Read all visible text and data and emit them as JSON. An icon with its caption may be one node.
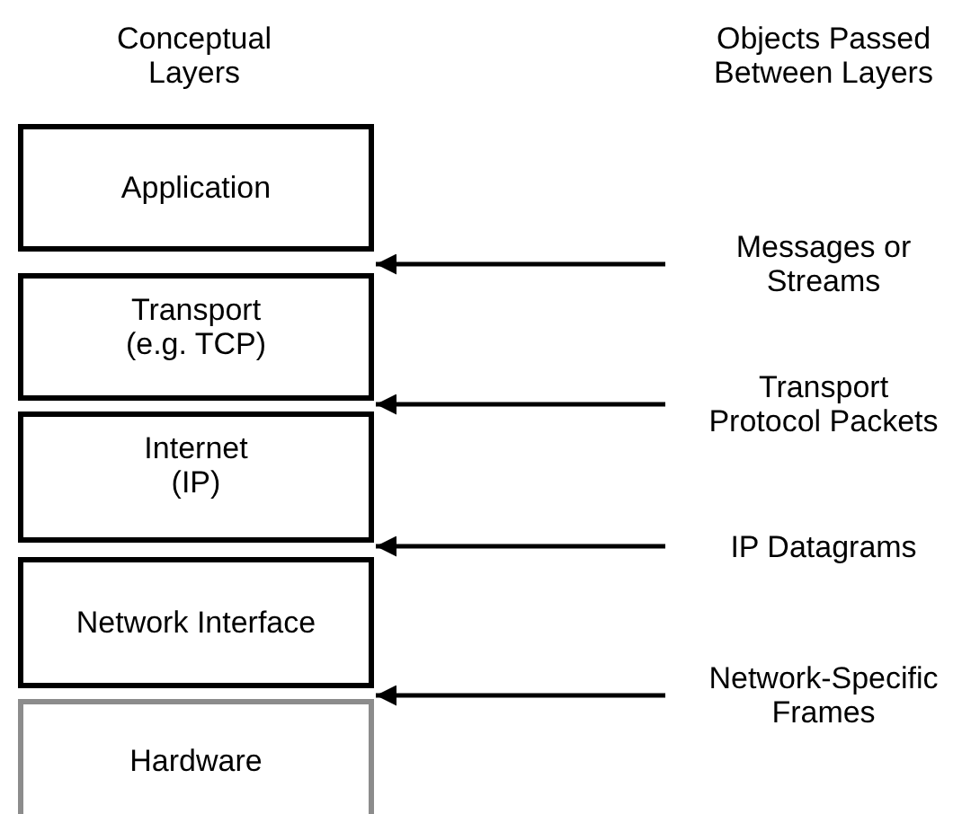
{
  "diagram": {
    "nodes": [
      {
        "text": [
          "Application"
        ]
      },
      {
        "text": [
          "Transport (e.g. TCP)"
        ]
      },
      {
        "text": [
          "Internet (IP)"
        ]
      },
      {
        "text": [
          "Network Interface"
        ]
      },
      {
        "text": [
          "Hardware"
        ]
      },
      {
        "text": [
          "Messages or Streams"
        ]
      },
      {
        "text": [
          "Transport Protocol Packets"
        ]
      },
      {
        "text": [
          "IP Datagrams"
        ]
      },
      {
        "text": [
          "Network-Specific Frames"
        ]
      }
    ],
    "edges": [
      {
        "from": 5,
        "to": 0,
        "arrow": "to"
      },
      {
        "from": 6,
        "to": 1,
        "arrow": "to"
      },
      {
        "from": 7,
        "to": 2,
        "arrow": "to"
      },
      {
        "from": 8,
        "to": 4,
        "arrow": "to"
      }
    ],
    "labels": [
      "Conceptual Layers",
      "Objects Passed Between Layers"
    ]
  }
}
